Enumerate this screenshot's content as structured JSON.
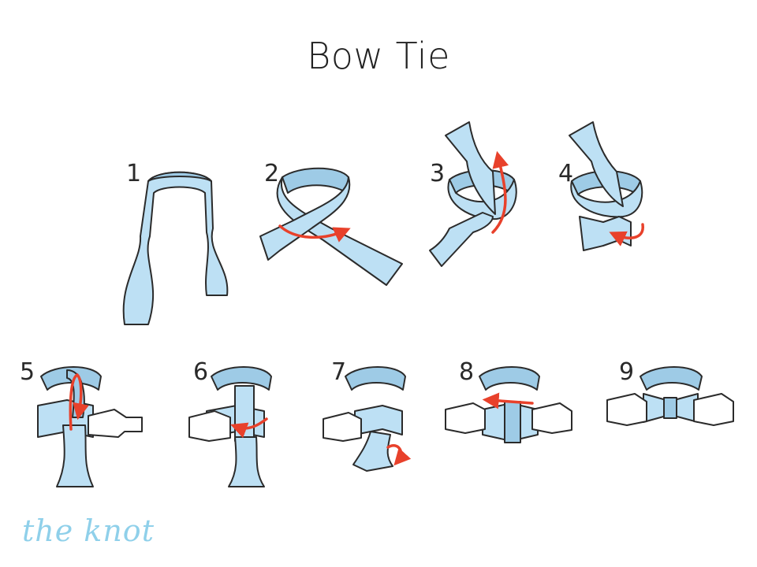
{
  "title": "Bow Tie",
  "steps": [
    {
      "number": "1"
    },
    {
      "number": "2"
    },
    {
      "number": "3"
    },
    {
      "number": "4"
    },
    {
      "number": "5"
    },
    {
      "number": "6"
    },
    {
      "number": "7"
    },
    {
      "number": "8"
    },
    {
      "number": "9"
    }
  ],
  "logo": {
    "text": "the knot"
  },
  "colors": {
    "tie_fill": "#bde0f4",
    "tie_inner": "#9ecbe6",
    "outline": "#2b2b2b",
    "arrow": "#e8412b",
    "logo": "#8fd0ea",
    "hand_fill": "#ffffff"
  }
}
